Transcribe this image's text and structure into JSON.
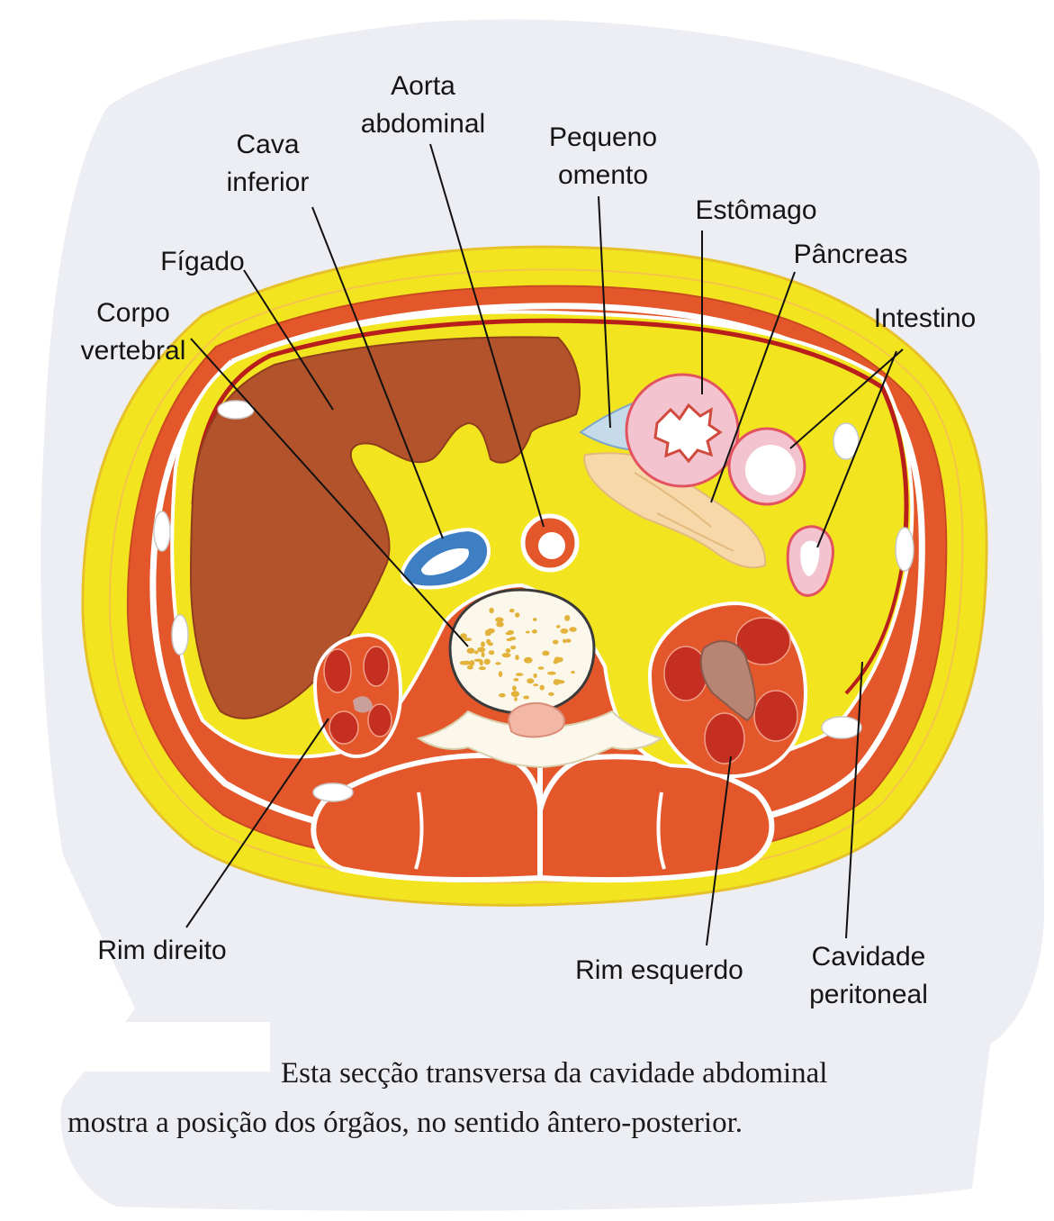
{
  "colors": {
    "paper": "#eceef4",
    "fat": "#f2e51f",
    "muscle": "#e4572a",
    "liver": "#b3532c",
    "bone": "#fbf7ea",
    "vena": "#3d7fc2",
    "stomach": "#f3c4cf",
    "pancreas": "#f7d9a9",
    "text": "#151515"
  },
  "labels": {
    "aorta": [
      "Aorta",
      "abdominal"
    ],
    "cava": [
      "Cava",
      "inferior"
    ],
    "pequeno_omento": [
      "Pequeno",
      "omento"
    ],
    "estomago": "Estômago",
    "figado": "Fígado",
    "pancreas": "Pâncreas",
    "corpo_vertebral": [
      "Corpo",
      "vertebral"
    ],
    "intestino": "Intestino",
    "rim_direito": "Rim direito",
    "rim_esquerdo": "Rim esquerdo",
    "cavidade": [
      "Cavidade",
      "peritoneal"
    ]
  },
  "caption": {
    "line1": "Esta secção transversa da cavidade abdominal",
    "line2": "mostra a posição dos órgãos, no sentido ântero-posterior."
  }
}
